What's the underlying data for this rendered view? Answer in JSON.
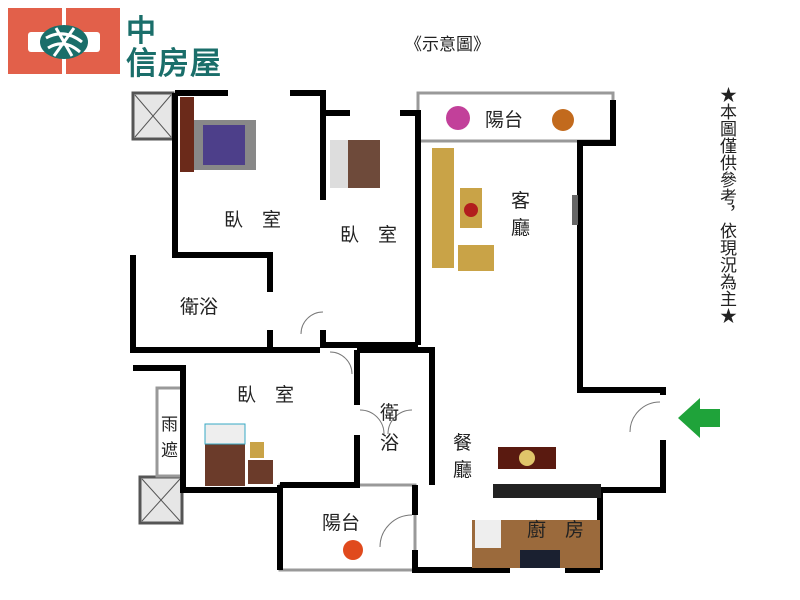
{
  "brand": {
    "line1": "中",
    "line2": "信房屋",
    "logo_color": "#e2604a",
    "text_color": "#1a6e6a"
  },
  "caption": "《示意圖》",
  "note": "★本圖僅供參考，依現況為主★",
  "rooms": {
    "bedroom_1": "臥　室",
    "bedroom_2": "臥　室",
    "bedroom_3": "臥　室",
    "bath_1": "衛浴",
    "bath_2_a": "衛",
    "bath_2_b": "浴",
    "living_a": "客",
    "living_b": "廳",
    "dining_a": "餐",
    "dining_b": "廳",
    "balcony_top": "陽台",
    "balcony_bottom": "陽台",
    "kitchen": "廚　房",
    "canopy_a": "雨",
    "canopy_b": "遮"
  },
  "entrance_arrow_color": "#1fa33a"
}
